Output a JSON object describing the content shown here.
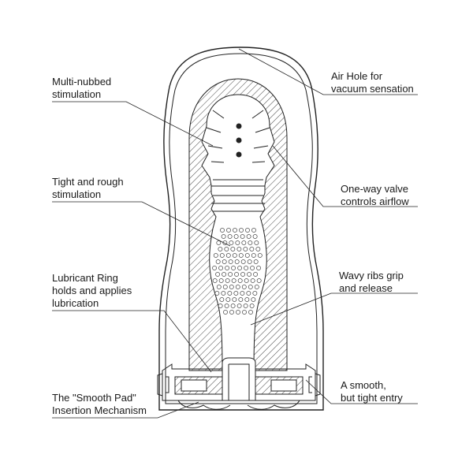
{
  "labels": {
    "multi_nubbed": "Multi-nubbed\nstimulation",
    "tight_rough": "Tight and rough\nstimulation",
    "lubricant_ring": "Lubricant Ring\nholds and applies\nlubrication",
    "smooth_pad": "The \"Smooth Pad\"\nInsertion Mechanism",
    "air_hole": "Air Hole for\nvacuum sensation",
    "one_way_valve": "One-way valve\ncontrols airflow",
    "wavy_ribs": "Wavy ribs grip\nand release",
    "smooth_entry": "A smooth,\nbut tight entry"
  },
  "colors": {
    "line": "#222222",
    "background": "#ffffff"
  }
}
